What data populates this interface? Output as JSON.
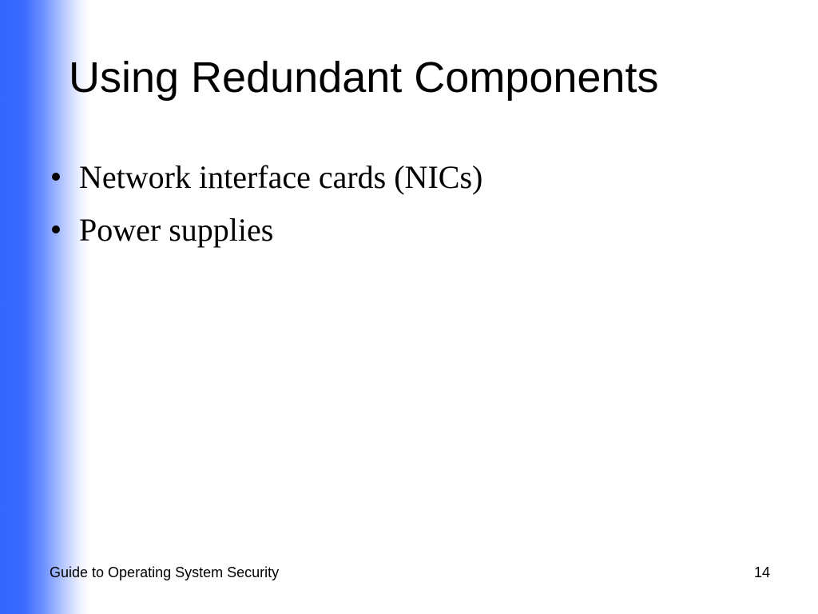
{
  "slide": {
    "title": "Using Redundant Components",
    "bullets": [
      {
        "text": "Network interface cards (NICs)"
      },
      {
        "text": "Power supplies"
      }
    ],
    "footer": {
      "left": "Guide to Operating System Security",
      "page_number": "14"
    },
    "colors": {
      "accent_band": "#3366ff",
      "background": "#ffffff",
      "text": "#000000"
    }
  }
}
